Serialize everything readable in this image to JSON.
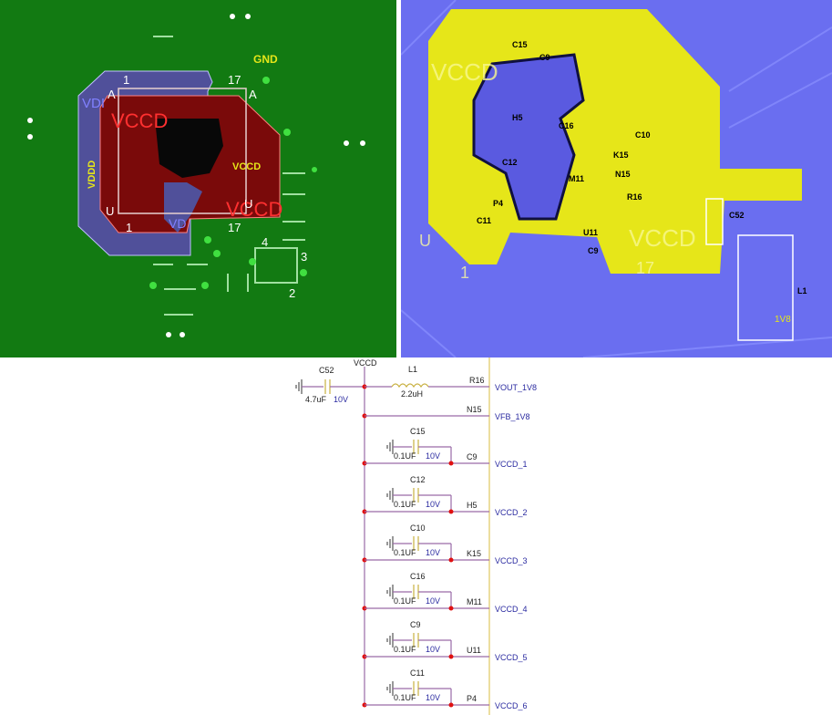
{
  "top_layer_view": {
    "labels": {
      "gnd": "GND",
      "vddd": "VDDD",
      "vdd_top": "VDI",
      "vd_bottom": "VD",
      "vccd_big": "VCCD",
      "vccd_small": "VCCD",
      "vccd_bottom": "VCCD",
      "corner_1_top": "1",
      "corner_17_top": "17",
      "corner_a_left": "A",
      "corner_a_right": "A",
      "corner_u_left": "U",
      "corner_u_right": "U",
      "corner_1_bottom": "1",
      "corner_17_bottom": "17",
      "pin_4": "4",
      "pin_3": "3",
      "pin_2": "2"
    },
    "colors": {
      "board": "#127a12",
      "vccd_plane": "#7a0a0a",
      "vddd_plane": "#50509a"
    }
  },
  "bottom_layer_view": {
    "labels": {
      "vccd_top": "VCCD",
      "vccd_bottom": "VCCD",
      "c15": "C15",
      "c9_top": "C9",
      "h5": "H5",
      "c16": "C16",
      "c10": "C10",
      "k15": "K15",
      "n15": "N15",
      "c12": "C12",
      "m11": "M11",
      "p4": "P4",
      "c11": "C11",
      "r16": "R16",
      "c52": "C52",
      "u11": "U11",
      "c9_bottom": "C9",
      "l1": "L1",
      "net_1v8": "1V8",
      "corner_u": "U",
      "corner_1": "1",
      "corner_17": "17"
    },
    "colors": {
      "board": "#6a6ef0",
      "vccd_plane": "#e6e619"
    }
  },
  "schematic": {
    "rail_label": "VCCD",
    "input": {
      "cap": "C52",
      "value": "4.7uF",
      "voltage": "10V",
      "inductor": "L1",
      "inductor_value": "2.2uH",
      "pin": "R16",
      "net": "VOUT_1V8"
    },
    "feedback": {
      "pin": "N15",
      "net": "VFB_1V8"
    },
    "decoupling": [
      {
        "cap": "C15",
        "value": "0.1UF",
        "voltage": "10V",
        "pin": "C9",
        "net": "VCCD_1"
      },
      {
        "cap": "C12",
        "value": "0.1UF",
        "voltage": "10V",
        "pin": "H5",
        "net": "VCCD_2"
      },
      {
        "cap": "C10",
        "value": "0.1UF",
        "voltage": "10V",
        "pin": "K15",
        "net": "VCCD_3"
      },
      {
        "cap": "C16",
        "value": "0.1UF",
        "voltage": "10V",
        "pin": "M11",
        "net": "VCCD_4"
      },
      {
        "cap": "C9",
        "value": "0.1UF",
        "voltage": "10V",
        "pin": "U11",
        "net": "VCCD_5"
      },
      {
        "cap": "C11",
        "value": "0.1UF",
        "voltage": "10V",
        "pin": "P4",
        "net": "VCCD_6"
      }
    ],
    "colors": {
      "wire": "#9a6aa8",
      "pin_line": "#e0c860",
      "junction": "#e01010",
      "net_text": "#2a2aa0",
      "cap": "#c8b040"
    }
  }
}
